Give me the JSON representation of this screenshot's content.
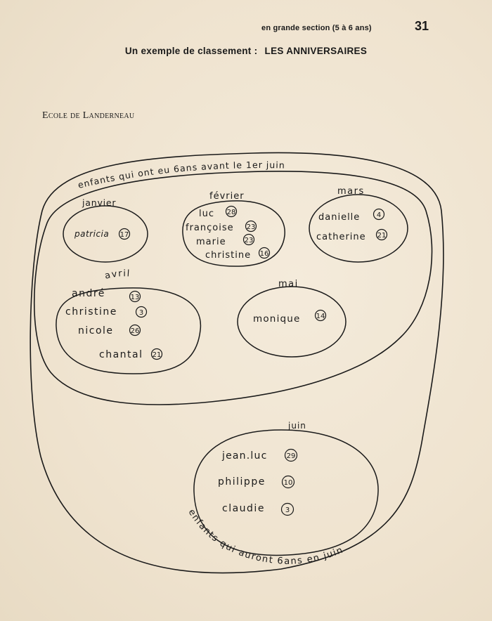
{
  "header": {
    "section": "en grande section (5 à 6 ans)",
    "page_number": "31"
  },
  "title": {
    "prefix": "Un exemple de classement :",
    "main": "LES ANNIVERSAIRES"
  },
  "school": "Ecole de Landerneau",
  "diagram": {
    "outer_label": "enfants qui auront 6ans en juin",
    "inner_label": "enfants qui ont eu 6ans avant le 1er juin",
    "months": [
      {
        "month": "janvier",
        "children": [
          {
            "name": "patricia",
            "day": "17"
          }
        ]
      },
      {
        "month": "février",
        "children": [
          {
            "name": "luc",
            "day": "28"
          },
          {
            "name": "françoise",
            "day": "23"
          },
          {
            "name": "marie",
            "day": "23"
          },
          {
            "name": "christine",
            "day": "16"
          }
        ]
      },
      {
        "month": "mars",
        "children": [
          {
            "name": "danielle",
            "day": "4"
          },
          {
            "name": "catherine",
            "day": "21"
          }
        ]
      },
      {
        "month": "avril",
        "children": [
          {
            "name": "andré",
            "day": "13"
          },
          {
            "name": "christine",
            "day": "3"
          },
          {
            "name": "nicole",
            "day": "26"
          },
          {
            "name": "chantal",
            "day": "21"
          }
        ]
      },
      {
        "month": "mai",
        "children": [
          {
            "name": "monique",
            "day": "14"
          }
        ]
      },
      {
        "month": "juin",
        "children": [
          {
            "name": "jean.luc",
            "day": "29"
          },
          {
            "name": "philippe",
            "day": "10"
          },
          {
            "name": "claudie",
            "day": "3"
          }
        ]
      }
    ]
  }
}
